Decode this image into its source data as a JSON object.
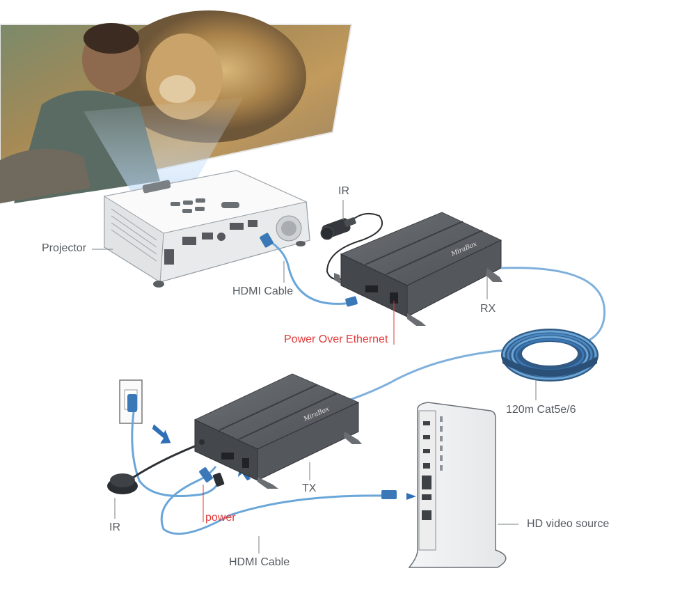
{
  "labels": {
    "projector": "Projector",
    "ir_top": "IR",
    "hdmi_cable_top": "HDMI Cable",
    "rx": "RX",
    "poe": "Power Over Ethernet",
    "cable_spec": "120m Cat5e/6",
    "tx": "TX",
    "ir_bottom": "IR",
    "power": "power",
    "hdmi_cable_bottom": "HDMI Cable",
    "hd_source": "HD video source"
  },
  "brand": "MiraBox",
  "colors": {
    "cable_blue": "#6aa6d8",
    "cable_dark_blue": "#3a78b8",
    "box_gray": "#5b5f64",
    "box_dark": "#3f4246",
    "label_gray": "#555a60",
    "label_red": "#e23a3a",
    "arrow_blue": "#2f6fb6"
  },
  "icons": [
    "projector-device",
    "extender-box",
    "ir-sensor",
    "wall-outlet",
    "pc-tower",
    "cable-coil",
    "arrow-icon"
  ]
}
